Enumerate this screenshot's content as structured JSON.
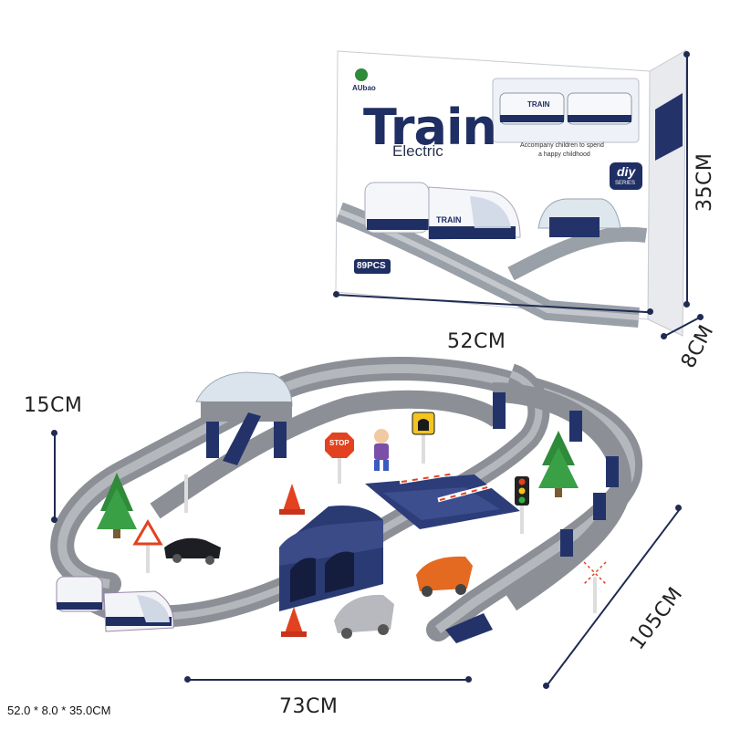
{
  "box": {
    "brand": "AUbao",
    "title": "Train",
    "subtitle": "Electric",
    "slogan_line1": "Accompany children to spend",
    "slogan_line2": "a happy childhood",
    "badge_top": "diy",
    "badge_bottom": "SERIES",
    "pieces": "89PCS",
    "train_label": "TRAIN"
  },
  "dimensions": {
    "box_height": "35CM",
    "box_width": "52CM",
    "box_depth": "8CM",
    "set_height": "15CM",
    "set_width": "73CM",
    "set_depth": "105CM"
  },
  "signs": {
    "stop": "STOP"
  },
  "footer": {
    "package_size": "52.0 * 8.0 * 35.0CM"
  },
  "colors": {
    "navy": "#1f2e63",
    "track": "#8c9096",
    "track_light": "#b4b8bd",
    "tree": "#2f8a3a",
    "cone": "#e2421f",
    "car_orange": "#e46a22"
  }
}
